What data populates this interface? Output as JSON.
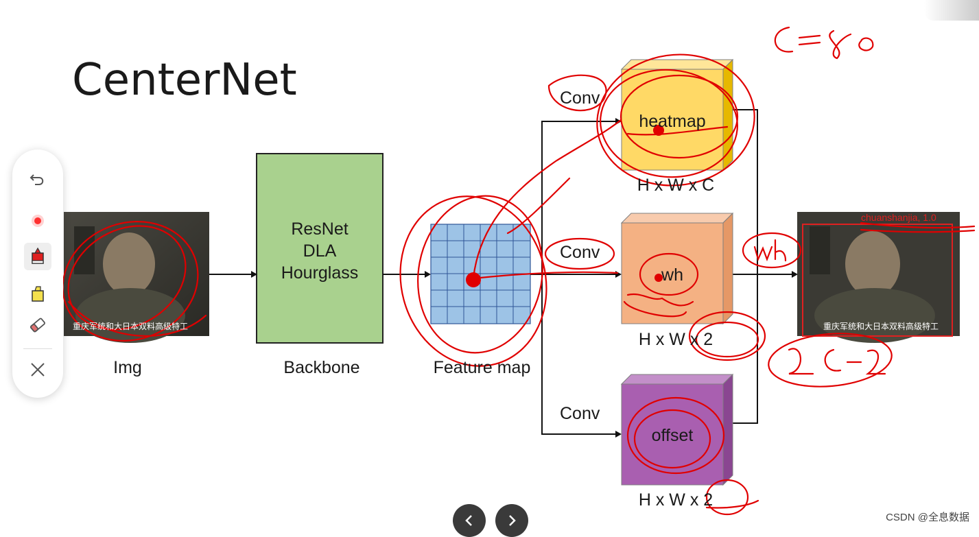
{
  "slide": {
    "title": "CenterNet",
    "input_label": "Img",
    "input_caption": "重庆军统和大日本双料高级特工",
    "backbone": {
      "lines": [
        "ResNet",
        "DLA",
        "Hourglass"
      ],
      "label": "Backbone"
    },
    "feature_map_label": "Feature map",
    "heads": [
      {
        "conv": "Conv",
        "name": "heatmap",
        "shape": "H x W x C"
      },
      {
        "conv": "Conv",
        "name": "wh",
        "shape": "H x W x 2"
      },
      {
        "conv": "Conv",
        "name": "offset",
        "shape": "H x W x 2"
      }
    ],
    "output": {
      "detection_label": "chuanshanjia, 1.0",
      "caption": "重庆军统和大日本双料高级特工"
    },
    "colors": {
      "backbone": "#a9d18e",
      "feature_map": "#9dc3e6",
      "heatmap": "#ffd966",
      "wh": "#f4b183",
      "offset": "#a95fb0",
      "ink": "#e00000"
    }
  },
  "toolbar": {
    "tools": [
      "undo-icon",
      "laser-pointer-icon",
      "red-pen-icon",
      "highlighter-icon",
      "eraser-icon",
      "close-icon"
    ]
  },
  "nav": {
    "prev": "prev-arrow-icon",
    "next": "next-arrow-icon"
  },
  "watermark": "CSDN @全息数据"
}
